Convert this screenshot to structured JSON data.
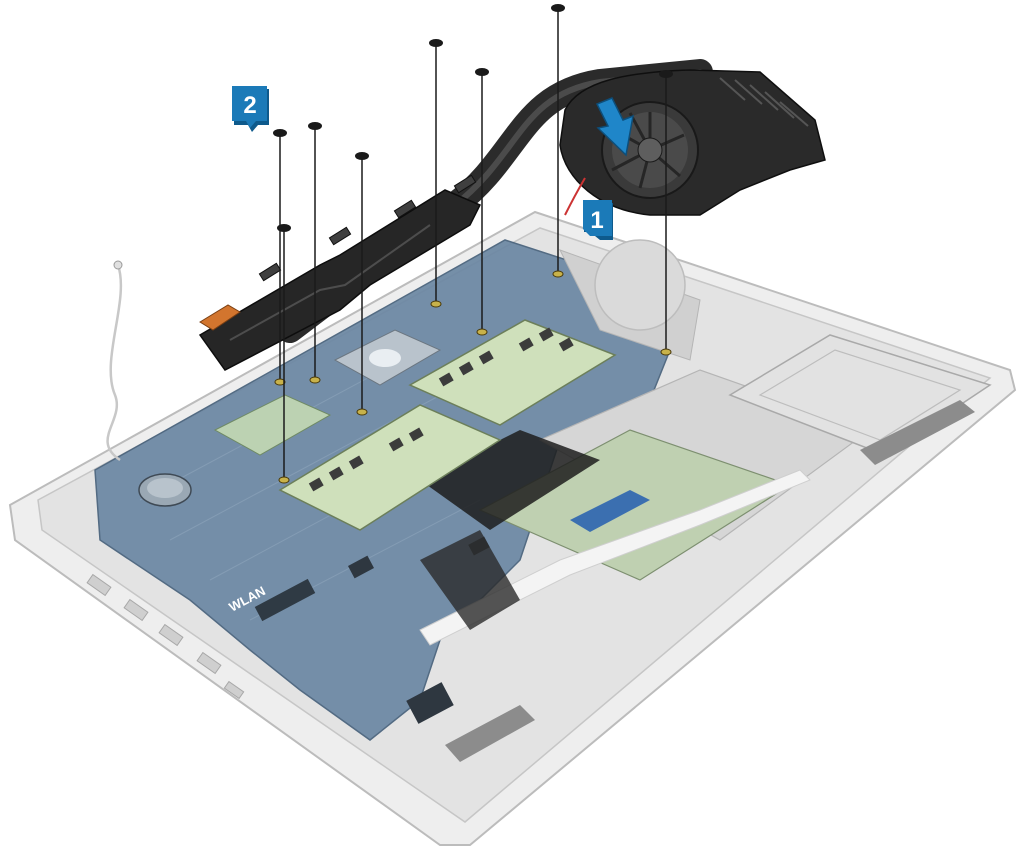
{
  "diagram": {
    "callouts": [
      {
        "label": "1",
        "step": "disconnect-fan-cable-and-lift-fan"
      },
      {
        "label": "2",
        "step": "remove-screws-and-lift-heatsink"
      }
    ],
    "board_labels": {
      "wlan": "WLAN"
    },
    "colors": {
      "callout": "#1b7ab8",
      "callout_dark": "#0e5a8c",
      "arrow": "#1f86c9",
      "heatsink": "#2a2a2a",
      "heatsink_highlight": "#5a5a5a",
      "copper_tip": "#d2752e",
      "board": "#5f7f9e",
      "chassis": "#d9d9d9",
      "module": "#c9d7b8",
      "fan_blade": "#3a3a3a",
      "screw": "#1a1a1a"
    },
    "icons": [
      "screw-icon",
      "arrow-down-icon",
      "fan-icon"
    ]
  }
}
